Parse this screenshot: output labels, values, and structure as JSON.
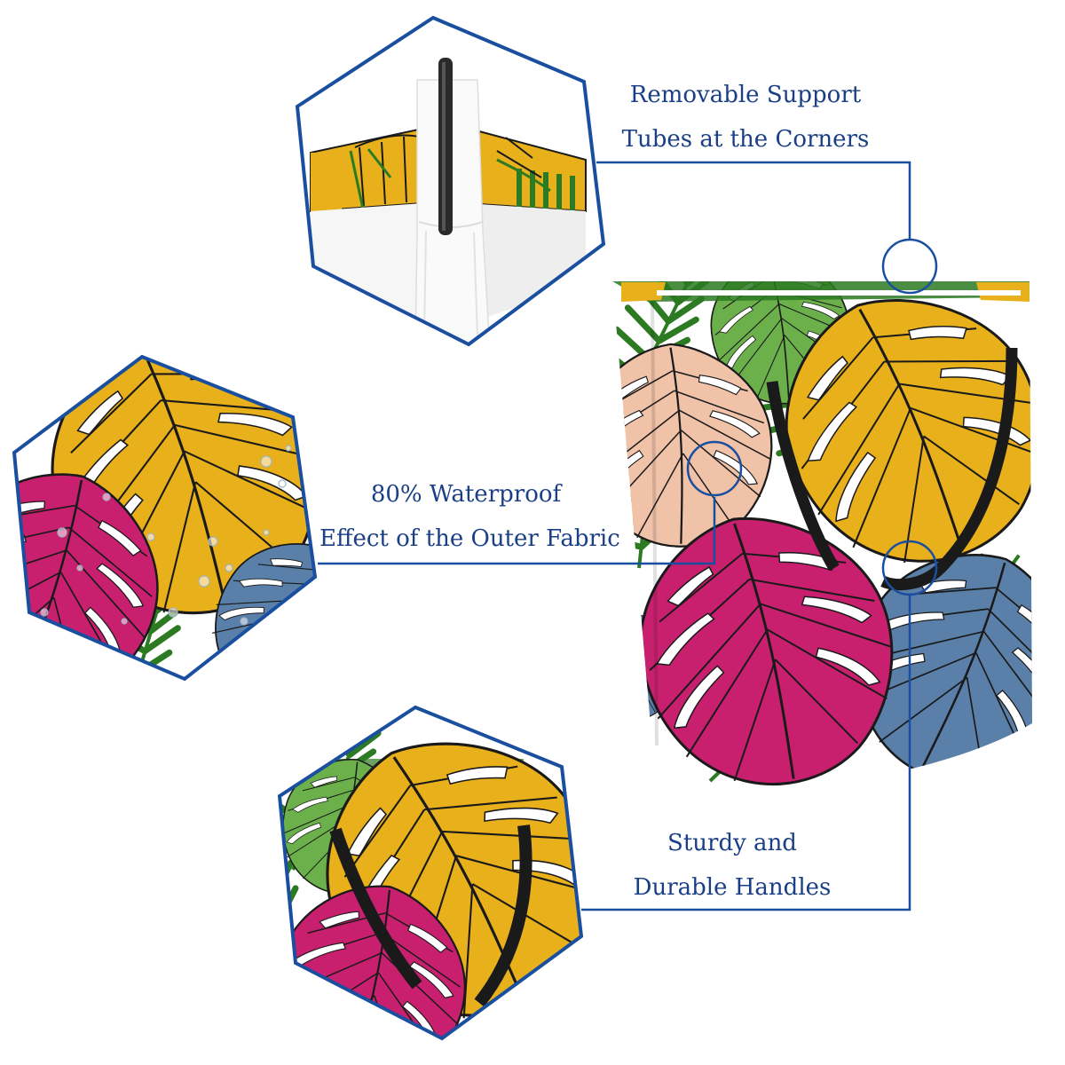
{
  "features": {
    "support_tubes": {
      "line1": "Removable Support",
      "line2": "Tubes at the Corners"
    },
    "waterproof": {
      "line1": "80% Waterproof",
      "line2": "Effect of the Outer Fabric"
    },
    "handles": {
      "line1": "Sturdy and",
      "line2": "Durable Handles"
    }
  },
  "colors": {
    "accent_blue": "#1a4fa0",
    "leaf_yellow": "#e8b01a",
    "leaf_magenta": "#c8206e",
    "leaf_blue": "#5a7fa8",
    "leaf_peach": "#f0c2a8",
    "leaf_green": "#3d8a2e",
    "outline": "#1a1a1a"
  }
}
